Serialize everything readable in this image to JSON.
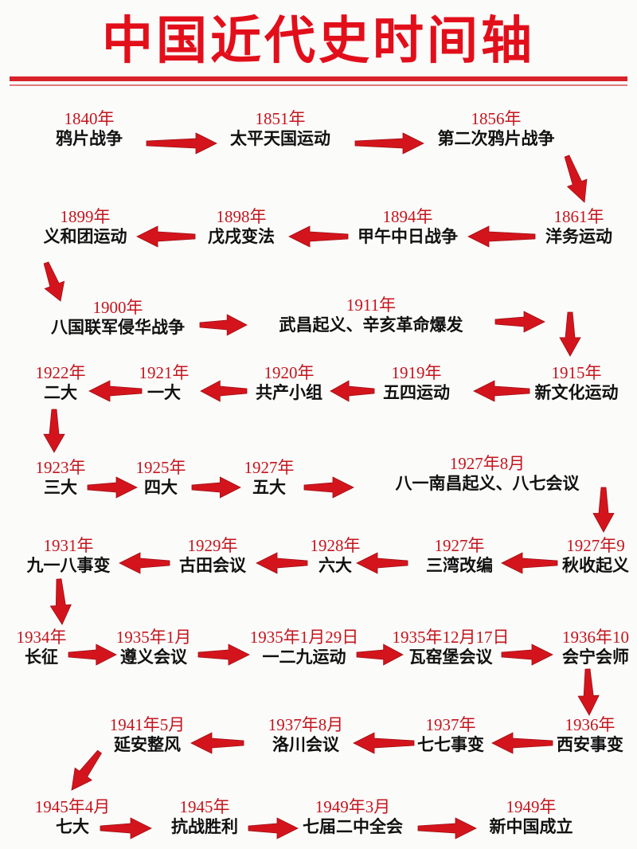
{
  "title": "中国近代史时间轴",
  "colors": {
    "accent": "#e20f1b",
    "arrow": "#d4141c",
    "date": "#c4151d"
  },
  "events": [
    {
      "date": "1840年",
      "name": "鸦片战争"
    },
    {
      "date": "1851年",
      "name": "太平天国运动"
    },
    {
      "date": "1856年",
      "name": "第二次鸦片战争"
    },
    {
      "date": "1861年",
      "name": "洋务运动"
    },
    {
      "date": "1894年",
      "name": "甲午中日战争"
    },
    {
      "date": "1898年",
      "name": "戊戌变法"
    },
    {
      "date": "1899年",
      "name": "义和团运动"
    },
    {
      "date": "1900年",
      "name": "八国联军侵华战争"
    },
    {
      "date": "1911年",
      "name": "武昌起义、辛亥革命爆发"
    },
    {
      "date": "1915年",
      "name": "新文化运动"
    },
    {
      "date": "1919年",
      "name": "五四运动"
    },
    {
      "date": "1920年",
      "name": "共产小组"
    },
    {
      "date": "1921年",
      "name": "一大"
    },
    {
      "date": "1922年",
      "name": "二大"
    },
    {
      "date": "1923年",
      "name": "三大"
    },
    {
      "date": "1925年",
      "name": "四大"
    },
    {
      "date": "1927年",
      "name": "五大"
    },
    {
      "date": "1927年8月",
      "name": "八一南昌起义、八七会议"
    },
    {
      "date": "1927年9",
      "name": "秋收起义"
    },
    {
      "date": "1927年",
      "name": "三湾改编"
    },
    {
      "date": "1928年",
      "name": "六大"
    },
    {
      "date": "1929年",
      "name": "古田会议"
    },
    {
      "date": "1931年",
      "name": "九一八事变"
    },
    {
      "date": "1934年",
      "name": "长征"
    },
    {
      "date": "1935年1月",
      "name": "遵义会议"
    },
    {
      "date": "1935年1月29日",
      "name": "一二九运动"
    },
    {
      "date": "1935年12月17日",
      "name": "瓦窑堡会议"
    },
    {
      "date": "1936年10",
      "name": "会宁会师"
    },
    {
      "date": "1936年",
      "name": "西安事变"
    },
    {
      "date": "1937年",
      "name": "七七事变"
    },
    {
      "date": "1937年8月",
      "name": "洛川会议"
    },
    {
      "date": "1941年5月",
      "name": "延安整风"
    },
    {
      "date": "1945年4月",
      "name": "七大"
    },
    {
      "date": "1945年",
      "name": "抗战胜利"
    },
    {
      "date": "1949年3月",
      "name": "七届二中全会"
    },
    {
      "date": "1949年",
      "name": "新中国成立"
    }
  ]
}
